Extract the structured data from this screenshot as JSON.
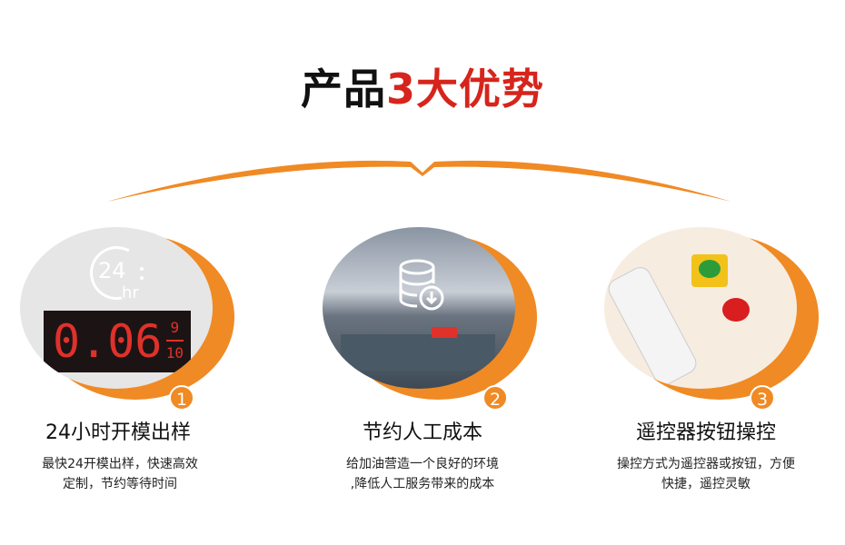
{
  "title": {
    "prefix": "产品",
    "highlight": "3大优势"
  },
  "colors": {
    "accent": "#f08a24",
    "highlight": "#d6251c"
  },
  "features": [
    {
      "number": "1",
      "title": "24小时开模出样",
      "desc_line1": "最快24开模出样，快速高效",
      "desc_line2": "定制，节约等待时间",
      "image": {
        "icon": "24hr-clock-icon",
        "display_value": "0.06",
        "fraction_top": "9",
        "fraction_bottom": "10",
        "clock_text": "24",
        "clock_unit": "hr"
      }
    },
    {
      "number": "2",
      "title": "节约人工成本",
      "desc_line1": "给加油营造一个良好的环境",
      "desc_line2": ",降低人工服务带来的成本",
      "image": {
        "icon": "database-download-icon"
      }
    },
    {
      "number": "3",
      "title": "遥控器按钮操控",
      "desc_line1": "操控方式为遥控器或按钮，方便",
      "desc_line2": "快捷，遥控灵敏",
      "image": {
        "icon": "remote-control-buttons"
      }
    }
  ]
}
